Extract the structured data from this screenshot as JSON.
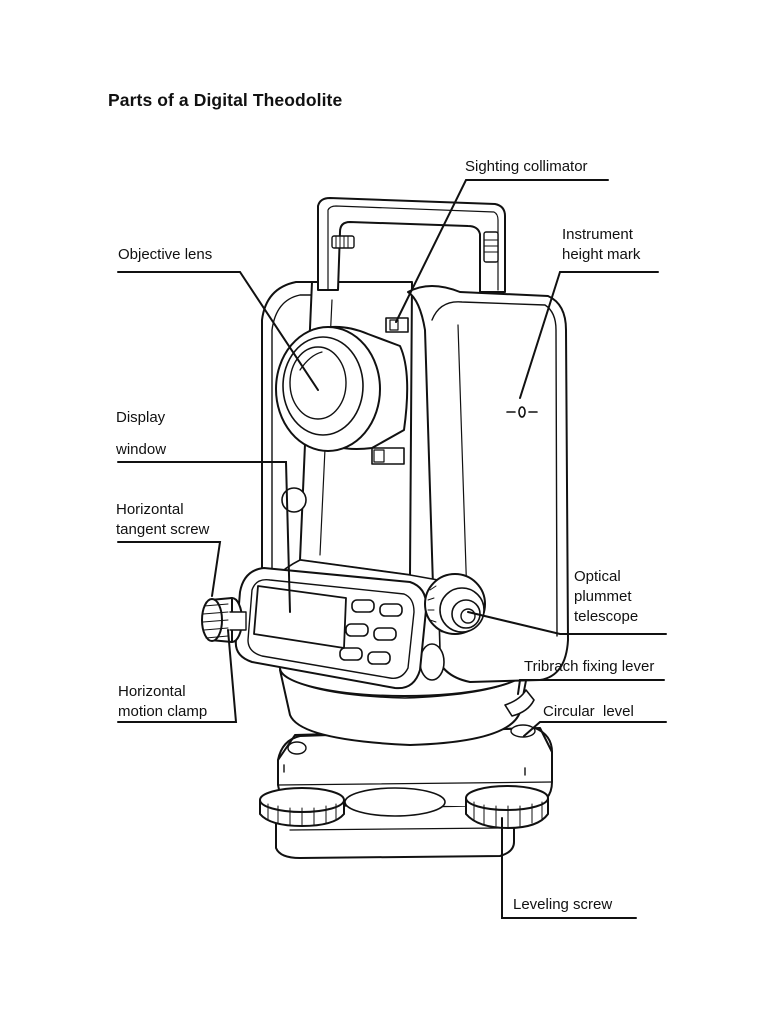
{
  "title": "Parts of a Digital Theodolite",
  "labels": {
    "sighting_collimator": "Sighting collimator",
    "objective_lens": "Objective lens",
    "instrument_height_mark_line1": "Instrument",
    "instrument_height_mark_line2": "height mark",
    "display_line1": "Display",
    "display_line2": "window",
    "horizontal_tangent_line1": "Horizontal",
    "horizontal_tangent_line2": "tangent screw",
    "optical_plummet_line1": "Optical",
    "optical_plummet_line2": "plummet",
    "optical_plummet_line3": "telescope",
    "tribrach_fixing_lever": "Tribrach fixing lever",
    "circular_level": "Circular  level",
    "horizontal_motion_line1": "Horizontal",
    "horizontal_motion_line2": "motion clamp",
    "leveling_screw": "Leveling screw"
  },
  "colors": {
    "line": "#111111",
    "fill": "#ffffff"
  }
}
